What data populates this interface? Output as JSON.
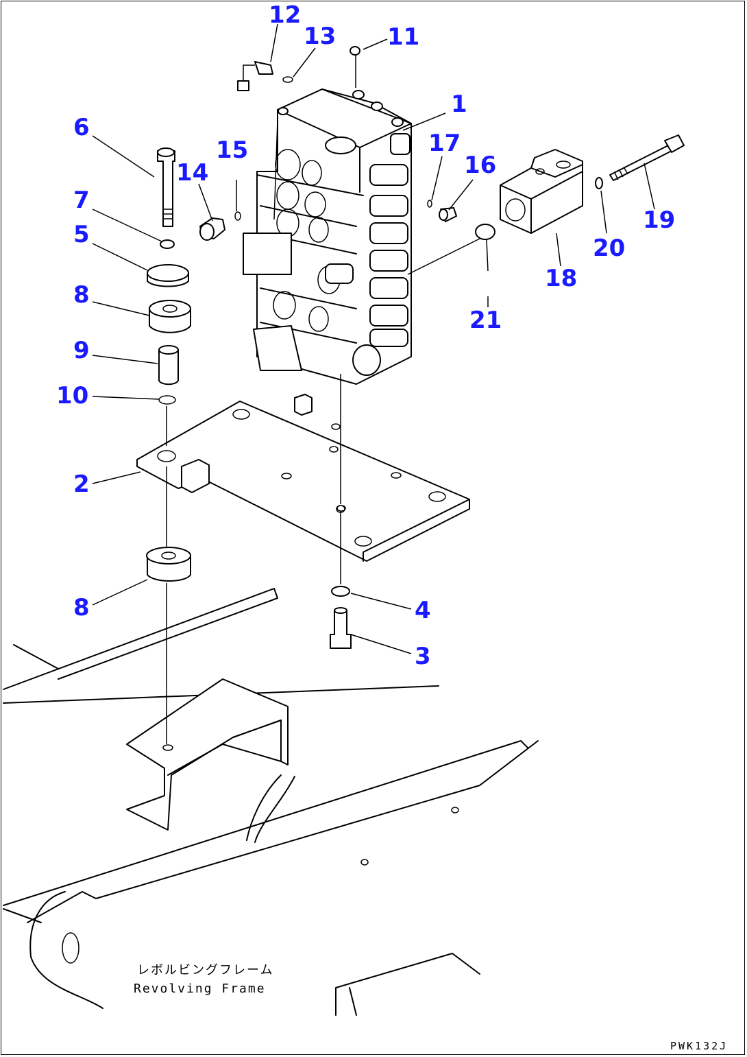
{
  "colors": {
    "callout": "#1a1aff",
    "line": "#000000",
    "background": "#ffffff"
  },
  "frame_label_jp": "レボルビングフレーム",
  "frame_label_en": "Revolving Frame",
  "drawing_code": "PWK132J",
  "callouts": [
    {
      "id": "1",
      "label": "1"
    },
    {
      "id": "2",
      "label": "2"
    },
    {
      "id": "3",
      "label": "3"
    },
    {
      "id": "4",
      "label": "4"
    },
    {
      "id": "5",
      "label": "5"
    },
    {
      "id": "6",
      "label": "6"
    },
    {
      "id": "7",
      "label": "7"
    },
    {
      "id": "8a",
      "label": "8"
    },
    {
      "id": "8b",
      "label": "8"
    },
    {
      "id": "9",
      "label": "9"
    },
    {
      "id": "10",
      "label": "10"
    },
    {
      "id": "11",
      "label": "11"
    },
    {
      "id": "12",
      "label": "12"
    },
    {
      "id": "13",
      "label": "13"
    },
    {
      "id": "14",
      "label": "14"
    },
    {
      "id": "15",
      "label": "15"
    },
    {
      "id": "16",
      "label": "16"
    },
    {
      "id": "17",
      "label": "17"
    },
    {
      "id": "18",
      "label": "18"
    },
    {
      "id": "19",
      "label": "19"
    },
    {
      "id": "20",
      "label": "20"
    },
    {
      "id": "21",
      "label": "21"
    }
  ]
}
